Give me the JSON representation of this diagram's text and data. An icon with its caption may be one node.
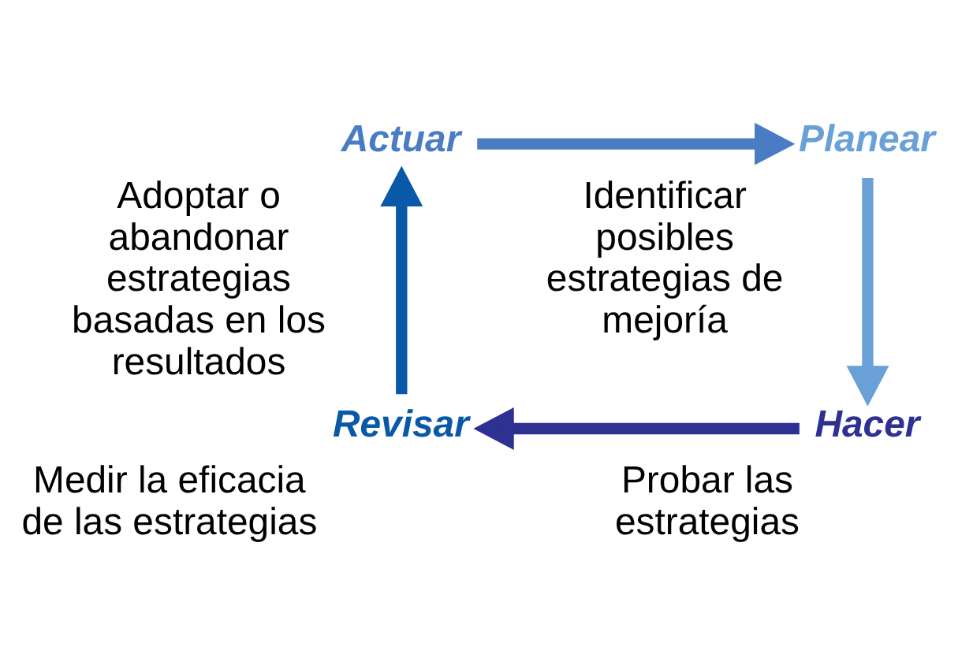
{
  "diagram": {
    "nodes": [
      {
        "text": [
          "Actuar"
        ],
        "beside": [
          "Adoptar o abandonar estrategias basadas en los resultados"
        ]
      },
      {
        "text": [
          "Planear"
        ],
        "beside": [
          "Identificar posibles estrategias de mejoría"
        ]
      },
      {
        "text": [
          "Hacer"
        ],
        "beside": [
          "Probar las estrategias"
        ]
      },
      {
        "text": [
          "Revisar"
        ],
        "beside": [
          "Medir la eficacia de las estrategias"
        ]
      }
    ],
    "edges": [
      {
        "from": 0,
        "to": 1,
        "arrow": "to"
      },
      {
        "from": 1,
        "to": 2,
        "arrow": "to"
      },
      {
        "from": 2,
        "to": 3,
        "arrow": "to"
      },
      {
        "from": 3,
        "to": 0,
        "arrow": "to"
      }
    ]
  }
}
